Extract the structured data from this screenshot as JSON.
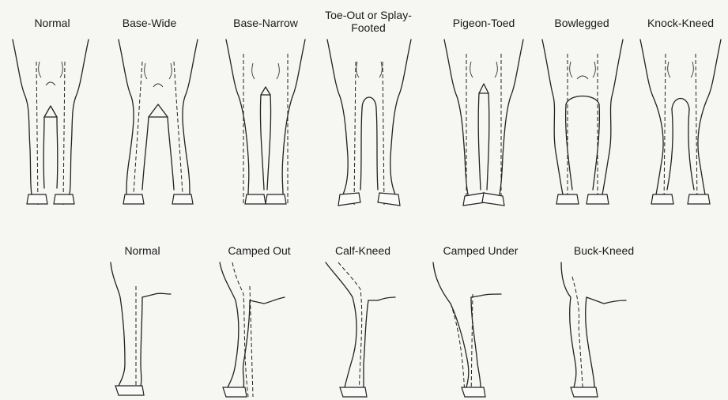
{
  "front_view": {
    "labels": [
      "Normal",
      "Base-Wide",
      "Base-Narrow",
      "Toe-Out or Splay-Footed",
      "Pigeon-Toed",
      "Bowlegged",
      "Knock-Kneed"
    ]
  },
  "side_view": {
    "labels": [
      "Normal",
      "Camped Out",
      "Calf-Kneed",
      "Camped Under",
      "Buck-Kneed"
    ]
  }
}
